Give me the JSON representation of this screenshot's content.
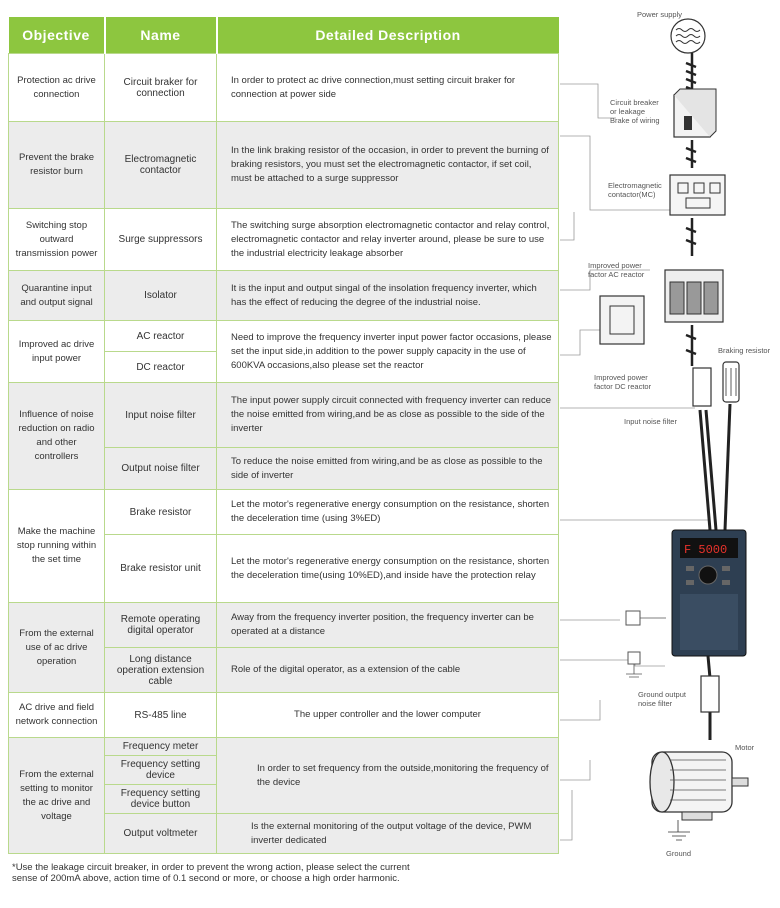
{
  "table": {
    "headers": [
      "Objective",
      "Name",
      "Detailed Description"
    ],
    "rows": [
      {
        "objective": "Protection ac drive connection",
        "names": [
          "Circuit braker for connection"
        ],
        "description": "In order to protect ac drive connection,must setting circuit braker for connection at power side"
      },
      {
        "objective": "Prevent the brake resistor burn",
        "names": [
          "Electromagnetic contactor"
        ],
        "description": "In the link braking resistor of the occasion, in order to prevent the burning of braking resistors, you must set the electromagnetic contactor, if set coil, must be attached to a surge suppressor"
      },
      {
        "objective": "Switching stop outward transmission power",
        "names": [
          "Surge suppressors"
        ],
        "description": "The switching surge absorption electromagnetic contactor and relay control, electromagnetic contactor and relay inverter around, please be sure to use the industrial electricity leakage absorber"
      },
      {
        "objective": "Quarantine input and output signal",
        "names": [
          "Isolator"
        ],
        "description": "It is the input and output singal of the insolation frequency inverter, which has the effect of reducing the degree of the industrial noise."
      },
      {
        "objective": "Improved ac drive input power",
        "names": [
          "AC reactor",
          "DC reactor"
        ],
        "description": "Need to improve the frequency inverter input power factor occasions, please set the input side,in addition to the power supply capacity in the use of 600KVA occasions,also please set the reactor"
      },
      {
        "objective": "Influence of noise reduction on radio and other controllers",
        "names": [
          "Input noise filter",
          "Output noise filter"
        ],
        "descriptions": [
          "The input power supply circuit connected with frequency inverter can reduce the noise emitted from wiring,and be as close as possible to the side of the inverter",
          "To reduce the noise emitted from wiring,and be as close as possible to the side of inverter"
        ]
      },
      {
        "objective": "Make the machine stop running within the set time",
        "names": [
          "Brake resistor",
          "Brake resistor unit"
        ],
        "descriptions": [
          "Let the motor's regenerative energy consumption on the resistance, shorten the deceleration time (using 3%ED)",
          "Let the motor's regenerative energy consumption on the resistance, shorten the deceleration time(using 10%ED),and inside have the protection relay"
        ]
      },
      {
        "objective": "From the external use of ac drive operation",
        "names": [
          "Remote operating digital operator",
          "Long distance operation extension cable"
        ],
        "descriptions": [
          "Away from the frequency inverter position, the frequency inverter can be operated at a distance",
          "Role of the digital operator, as a extension of the cable"
        ]
      },
      {
        "objective": "AC drive and field network connection",
        "names": [
          "RS-485 line"
        ],
        "description": "The upper controller and the lower computer"
      },
      {
        "objective": "From the external setting to monitor the ac drive and voltage",
        "names": [
          "Frequency meter",
          "Frequency setting device",
          "Frequency setting device button",
          "Output voltmeter"
        ],
        "descriptions": [
          "In order to set frequency from the outside,monitoring the frequency of the device",
          "Is the external monitoring of the output voltage of the device, PWM inverter dedicated"
        ]
      }
    ]
  },
  "footnote": "*Use the leakage circuit breaker, in order to prevent the wrong action, please select the current sense of 200mA above, action time of 0.1 second or more, or choose a high order harmonic.",
  "diagram": {
    "power_supply": "Power supply",
    "circuit_breaker": [
      "Circuit breaker",
      "or leakage",
      "Brake of wiring"
    ],
    "contactor": [
      "Electromagnetic",
      "contactor(MC)"
    ],
    "ac_reactor": [
      "Improved power",
      "factor AC reactor"
    ],
    "dc_reactor": [
      "Improved power",
      "factor DC reactor"
    ],
    "braking_resistor": "Braking resistor",
    "input_filter": "Input noise filter",
    "display": "F 5000",
    "output_filter": [
      "Ground output",
      "noise filter"
    ],
    "motor": "Motor",
    "ground": "Ground"
  },
  "colors": {
    "header_green": "#8dc63f",
    "border_green": "#b9d98c",
    "shade": "#ececec",
    "inverter_body": "#2e3f52",
    "display_red": "#e8322b"
  }
}
